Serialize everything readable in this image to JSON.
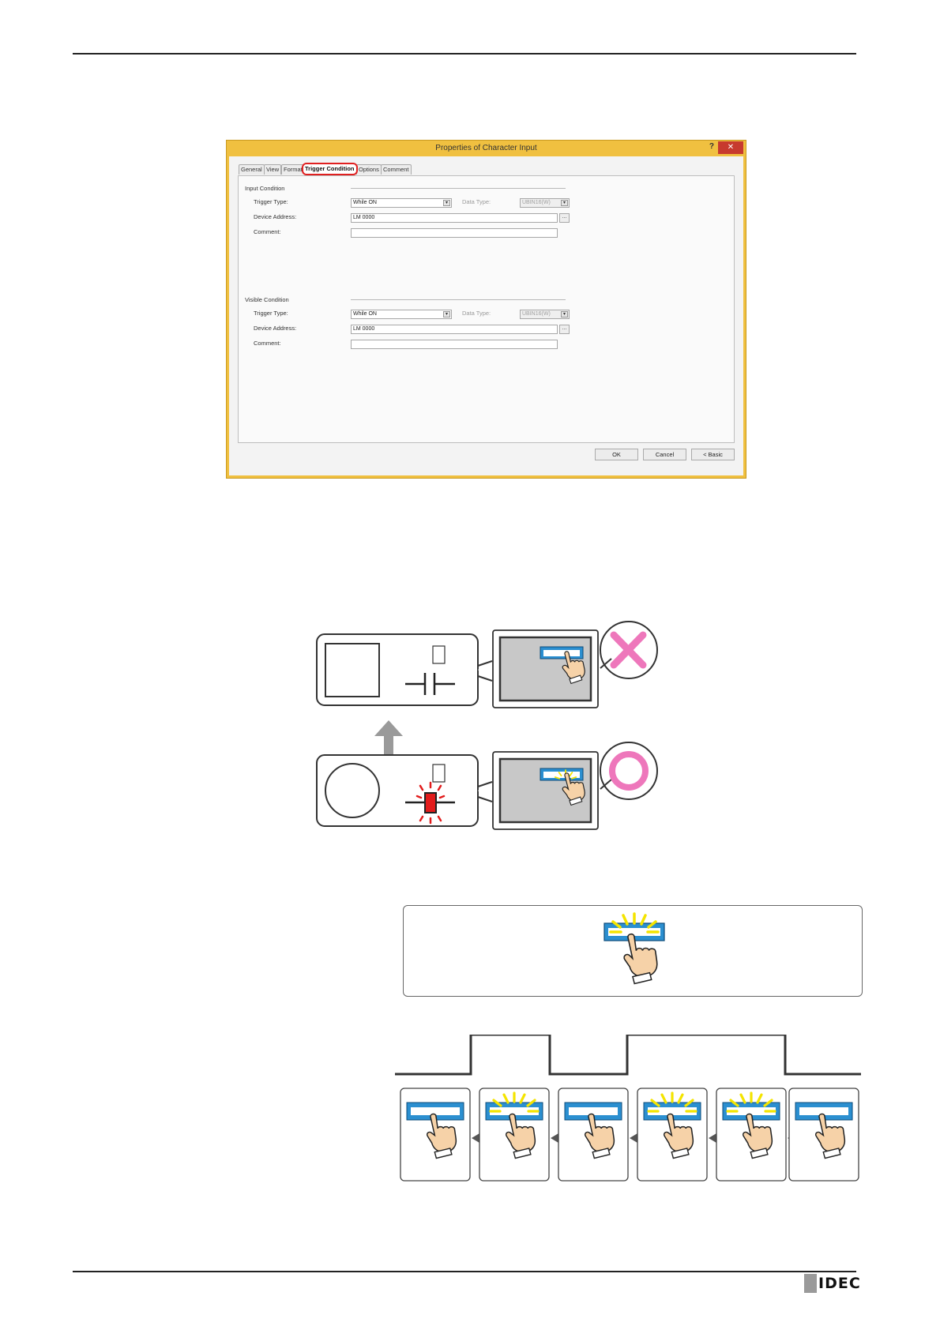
{
  "dialog": {
    "title": "Properties of Character Input",
    "help_label": "?",
    "close_label": "✕",
    "tabs": [
      "General",
      "View",
      "Format",
      "Trigger Condition",
      "Options",
      "Comment"
    ],
    "active_tab": "Trigger Condition",
    "input_condition": {
      "section_label": "Input Condition",
      "trigger_type_label": "Trigger Type:",
      "trigger_type_value": "While ON",
      "data_type_label": "Data Type:",
      "data_type_value": "UBIN16(W)",
      "device_address_label": "Device Address:",
      "device_address_value": "LM 0000",
      "comment_label": "Comment:",
      "comment_value": ""
    },
    "visible_condition": {
      "section_label": "Visible Condition",
      "trigger_type_label": "Trigger Type:",
      "trigger_type_value": "While ON",
      "data_type_label": "Data Type:",
      "data_type_value": "UBIN16(W)",
      "device_address_label": "Device Address:",
      "device_address_value": "LM 0000",
      "comment_label": "Comment:",
      "comment_value": ""
    },
    "browse_label": "...",
    "dropdown_glyph": "▾",
    "buttons": {
      "ok": "OK",
      "cancel": "Cancel",
      "basic": "< Basic"
    }
  },
  "illustration_colors": {
    "accent_blue": "#2b8fd0",
    "flash_yellow": "#f4e400",
    "ng_mark": "#ee77bb",
    "ok_mark": "#ee77bb",
    "lamp_red": "#e21b1b",
    "waveform": "#333333"
  },
  "footer": {
    "logo_text": "IDEC"
  }
}
